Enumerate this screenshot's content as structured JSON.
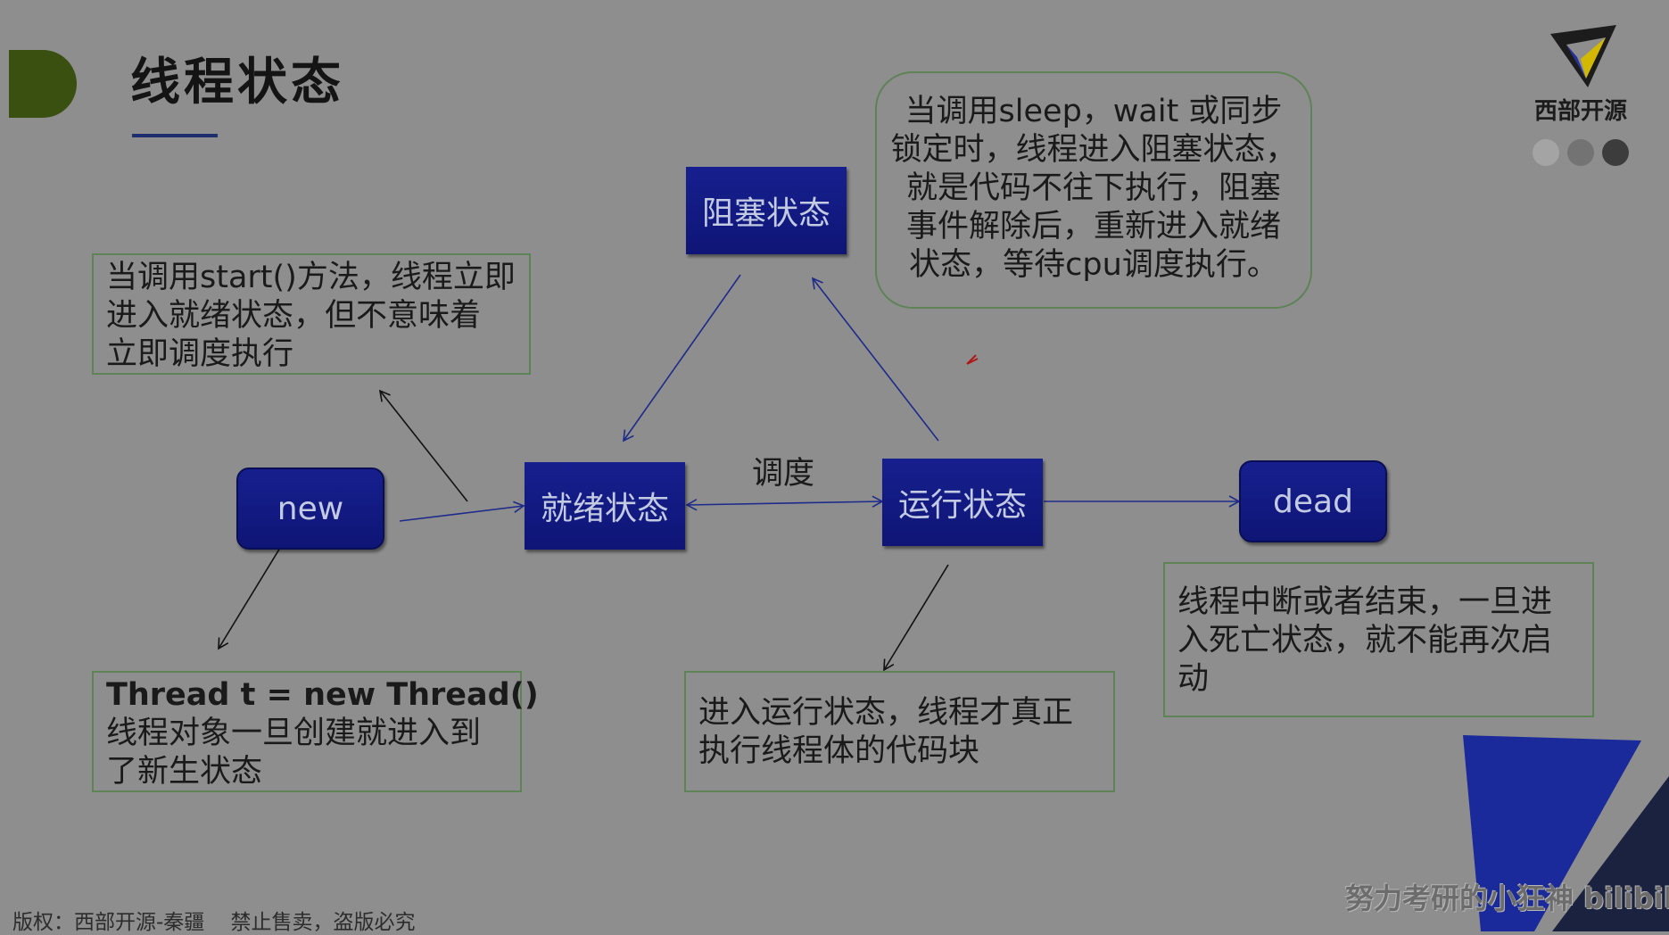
{
  "slide": {
    "title": "线程状态",
    "accent_color": "#3a5010",
    "state_box_color": "#141c87"
  },
  "states": {
    "new": "new",
    "ready": "就绪状态",
    "blocked": "阻塞状态",
    "running": "运行状态",
    "dead": "dead"
  },
  "edge_label": "调度",
  "notes": {
    "new": [
      "Thread t = new Thread()",
      "线程对象一旦创建就进入到",
      "了新生状态"
    ],
    "start": [
      "当调用start()方法，线程立即",
      "进入就绪状态，但不意味着",
      "立即调度执行"
    ],
    "blocked": [
      "当调用sleep，wait 或同步",
      "锁定时，线程进入阻塞状态，",
      "就是代码不往下执行，阻塞",
      "事件解除后，重新进入就绪",
      "状态，等待cpu调度执行。"
    ],
    "running": [
      "进入运行状态，线程才真正",
      "执行线程体的代码块"
    ],
    "dead": [
      "线程中断或者结束，一旦进",
      "入死亡状态，就不能再次启",
      "动"
    ]
  },
  "logo": {
    "text": "西部开源",
    "icon": "triangle-v-logo-icon"
  },
  "footer": {
    "copyright": "版权：西部开源-秦疆    禁止售卖，盗版必究"
  },
  "watermark": {
    "text": "努力考研的小狂神 bilibili"
  }
}
